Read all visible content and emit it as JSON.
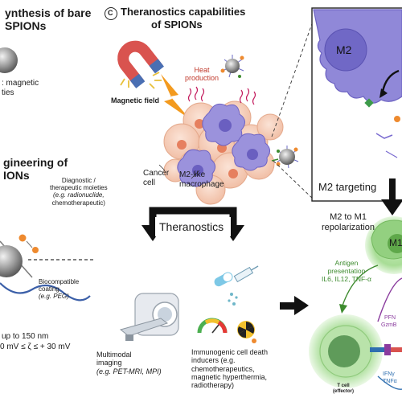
{
  "panel_b": {
    "title_line1": "ynthesis of bare",
    "title_line2": "SPIONs",
    "desc_line1": ": magnetic",
    "desc_line2": "ties"
  },
  "panel_d": {
    "title_line1": "gineering of",
    "title_line2": "IONs",
    "diag_line1": "Diagnostic /",
    "diag_line2": "therapeutic moieties",
    "diag_line3": "(e.g. radionuclide,",
    "diag_line4": "chemotherapeutic)",
    "coat_line1": "Biocompatible",
    "coat_line2": "coating",
    "coat_line3": "(e.g. PEG)",
    "size_line1": "up to 150 nm",
    "size_line2": "0 mV ≤ ζ ≤ + 30 mV"
  },
  "panel_c": {
    "badge": "C",
    "title_line1": "Theranostics capabilities",
    "title_line2": "of SPIONs",
    "magnetic_field": "Magnetic field",
    "heat_line1": "Heat",
    "heat_line2": "production",
    "cancer_line1": "Cancer",
    "cancer_line2": "cell",
    "macro_line1": "M2-like",
    "macro_line2": "macrophage",
    "theranostics": "Theranostics",
    "imaging_line1": "Multimodal",
    "imaging_line2": "imaging",
    "imaging_line3": "(e.g. PET-MRI, MPI)",
    "icd_line1": "Immunogenic cell death",
    "icd_line2": "inducers (e.g.",
    "icd_line3": "chemotherapeutics,",
    "icd_line4": "magnetic hyperthermia,",
    "icd_line5": "radiotherapy)"
  },
  "panel_right": {
    "m2": "M2",
    "m2_targeting": "M2 targeting",
    "repol_line1": "M2 to M1",
    "repol_line2": "repolarization",
    "m1": "M1",
    "antigen_line1": "Antigen",
    "antigen_line2": "presentation",
    "antigen_line3": "IL6, IL12, TNF-α",
    "pfn": "PFN",
    "gzmb": "GzmB",
    "ifng": "IFNγ",
    "tnfa": "TNFα",
    "tcell_line1": "T cell",
    "tcell_line2": "(effector)"
  },
  "colors": {
    "cancer_cell": "#f6cdb8",
    "macrophage": "#8f85d8",
    "m1_green": "#9fd68f",
    "accent_red": "#c0392b"
  }
}
